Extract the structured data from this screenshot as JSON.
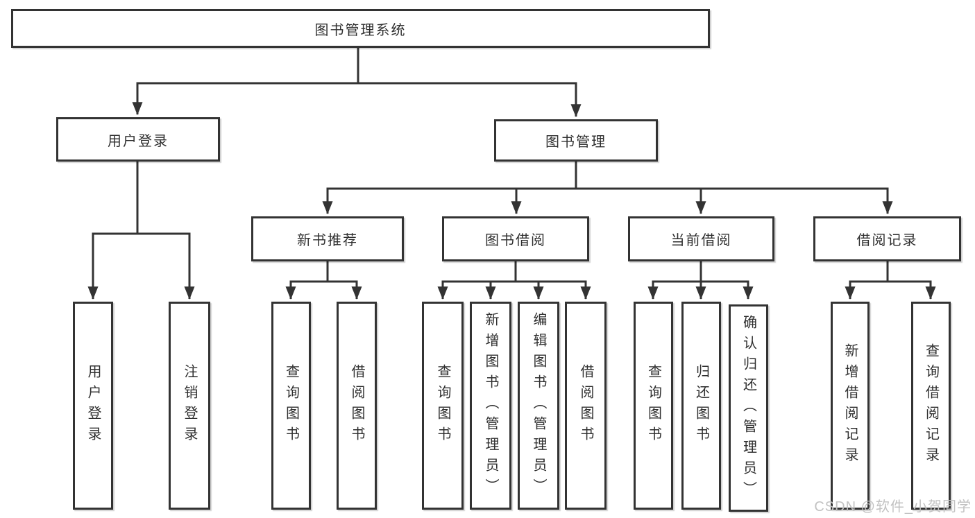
{
  "tree": {
    "label": "图书管理系统",
    "children": [
      {
        "label": "用户登录",
        "children": [
          {
            "label": "用户登录"
          },
          {
            "label": "注销登录"
          }
        ]
      },
      {
        "label": "图书管理",
        "children": [
          {
            "label": "新书推荐",
            "children": [
              {
                "label": "查询图书"
              },
              {
                "label": "借阅图书"
              }
            ]
          },
          {
            "label": "图书借阅",
            "children": [
              {
                "label": "查询图书"
              },
              {
                "label": "新增图书（管理员）"
              },
              {
                "label": "编辑图书（管理员）"
              },
              {
                "label": "借阅图书"
              }
            ]
          },
          {
            "label": "当前借阅",
            "children": [
              {
                "label": "查询图书"
              },
              {
                "label": "归还图书"
              },
              {
                "label": "确认归还（管理员）"
              }
            ]
          },
          {
            "label": "借阅记录",
            "children": [
              {
                "label": "新增借阅记录"
              },
              {
                "label": "查询借阅记录"
              }
            ]
          }
        ]
      }
    ]
  },
  "watermark": {
    "text": "CSDN @软件_小贺同学"
  },
  "colors": {
    "line": "#333333",
    "box_border": "#333333",
    "text": "#2f2f2f",
    "background": "#ffffff",
    "watermark": "#c2c2c2"
  }
}
